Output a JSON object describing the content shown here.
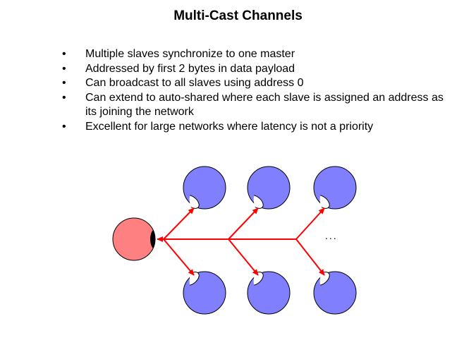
{
  "slide": {
    "title": "Multi-Cast Channels",
    "bullets": [
      {
        "marker": "•",
        "text": "Multiple slaves synchronize to one master"
      },
      {
        "marker": "•",
        "text": "Addressed by first 2 bytes in data payload"
      },
      {
        "marker": "•",
        "text": "Can broadcast to all slaves using address 0"
      },
      {
        "marker": "•",
        "text": "Can extend to auto-shared where each slave is assigned an address as its joining the network"
      },
      {
        "marker": "•",
        "text": "Excellent for large networks where latency is not a priority"
      }
    ]
  },
  "diagram": {
    "master": {
      "role": "master",
      "color": "#ff8080"
    },
    "slaves": [
      {
        "role": "slave",
        "column": 1,
        "position": "top",
        "color": "#8080ff"
      },
      {
        "role": "slave",
        "column": 1,
        "position": "bottom",
        "color": "#8080ff"
      },
      {
        "role": "slave",
        "column": 2,
        "position": "top",
        "color": "#8080ff"
      },
      {
        "role": "slave",
        "column": 2,
        "position": "bottom",
        "color": "#8080ff"
      },
      {
        "role": "slave",
        "column": 3,
        "position": "top",
        "color": "#8080ff"
      },
      {
        "role": "slave",
        "column": 3,
        "position": "bottom",
        "color": "#8080ff"
      }
    ],
    "arrow_color": "#ff0000",
    "continuation": "..."
  }
}
